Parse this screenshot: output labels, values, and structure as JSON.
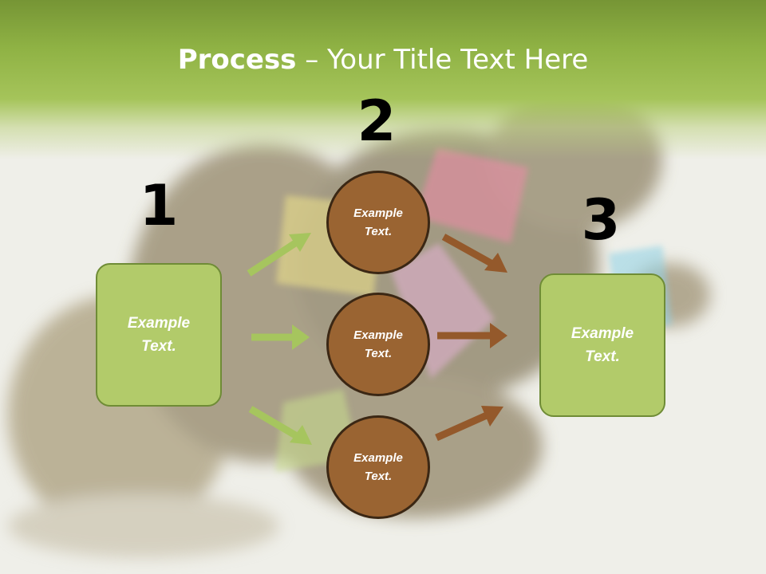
{
  "slide": {
    "title_bold": "Process",
    "title_rest": " – Your Title Text Here",
    "steps": [
      "1",
      "2",
      "3"
    ],
    "left_box_text": "Example Text.",
    "right_box_text": "Example Text.",
    "circles": [
      "Example Text.",
      "Example Text.",
      "Example Text."
    ]
  },
  "colors": {
    "header_green": "#8fb244",
    "box_fill": "#b2cb6a",
    "box_border": "#6f8c36",
    "circle_fill": "#9a6432",
    "circle_border": "#3b2714",
    "green_arrow": "#a6c55e",
    "brown_arrow": "#94592b"
  },
  "icons": [
    "arrow-right-icon"
  ]
}
